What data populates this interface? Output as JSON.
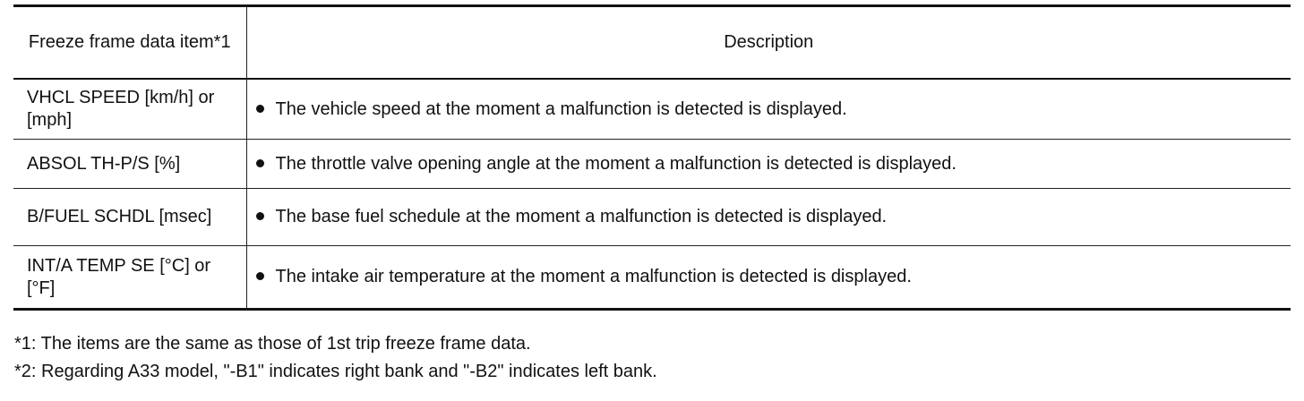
{
  "table": {
    "headers": {
      "item": "Freeze frame data item*1",
      "description": "Description"
    },
    "rows": [
      {
        "item": "VHCL SPEED [km/h] or [mph]",
        "description": "The vehicle speed at the moment a malfunction is detected is displayed."
      },
      {
        "item": "ABSOL TH-P/S [%]",
        "description": "The throttle valve opening angle at the moment a malfunction is detected is displayed."
      },
      {
        "item": "B/FUEL SCHDL [msec]",
        "description": "The base fuel schedule at the moment a malfunction is detected is displayed."
      },
      {
        "item": "INT/A TEMP SE [°C] or [°F]",
        "description": "The intake air temperature at the moment a malfunction is detected is displayed."
      }
    ]
  },
  "footnotes": [
    "*1: The items are the same as those of 1st trip freeze frame data.",
    "*2: Regarding A33 model, \"-B1\" indicates right bank and \"-B2\" indicates left bank."
  ],
  "icons": {
    "bullet": "bullet-dot-icon"
  }
}
